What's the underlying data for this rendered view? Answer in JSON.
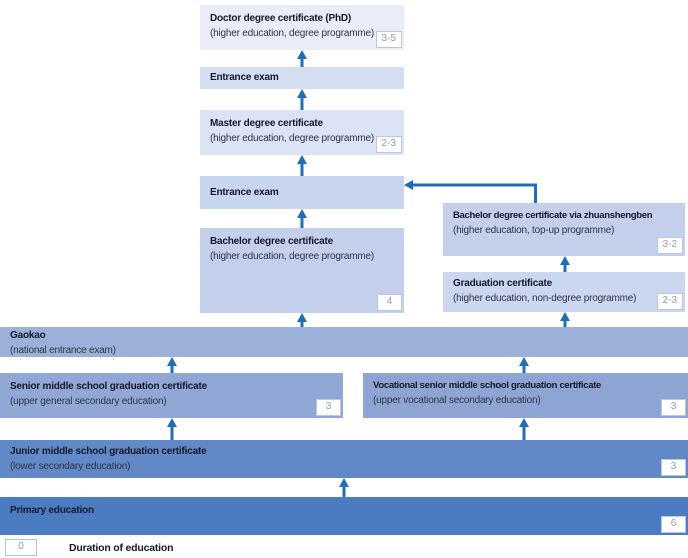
{
  "nodes": {
    "doctor": {
      "title": "Doctor degree certificate (PhD)",
      "subtitle": "(higher education, degree programme)",
      "duration": "3-5"
    },
    "entrance_phd": {
      "title": "Entrance exam"
    },
    "master": {
      "title": "Master degree certificate",
      "subtitle": "(higher education, degree programme)",
      "duration": "2-3"
    },
    "entrance_master": {
      "title": "Entrance exam"
    },
    "bachelor": {
      "title": "Bachelor degree certificate",
      "subtitle": "(higher education, degree programme)",
      "duration": "4"
    },
    "zhuanshengben": {
      "title": "Bachelor degree certificate via zhuanshengben",
      "subtitle": "(higher education, top-up programme)",
      "duration": "3-2"
    },
    "graduation": {
      "title": "Graduation certificate",
      "subtitle": "(higher education, non-degree programme)",
      "duration": "2-3"
    },
    "gaokao": {
      "title": "Gaokao",
      "subtitle": "(national entrance exam)"
    },
    "senior": {
      "title": "Senior middle school graduation certificate",
      "subtitle": "(upper general secondary education)",
      "duration": "3"
    },
    "vocational": {
      "title": "Vocational senior middle school graduation certificate",
      "subtitle": "(upper vocational secondary education)",
      "duration": "3"
    },
    "junior": {
      "title": "Junior middle school graduation certificate",
      "subtitle": "(lower secondary education)",
      "duration": "3"
    },
    "primary": {
      "title": "Primary education",
      "duration": "6"
    }
  },
  "legend": {
    "sample": "0",
    "label": "Duration of education"
  },
  "colors": {
    "arrow": "#1e6fb5",
    "badge_border": "#b9c8e4",
    "badge_text": "#939bab",
    "doctor": "#e8edf8",
    "entrance_exam_top": "#d5ddf1",
    "master": "#dce3f5",
    "entrance_exam_bottom": "#c9d4ee",
    "bachelor": "#c3cfeb",
    "zhuanshengben": "#c3cfeb",
    "graduation": "#cbd6ef",
    "gaokao": "#9cb1da",
    "senior": "#91a7d5",
    "vocational": "#8ea5d4",
    "junior": "#6189c8",
    "primary": "#4b7bc1"
  }
}
